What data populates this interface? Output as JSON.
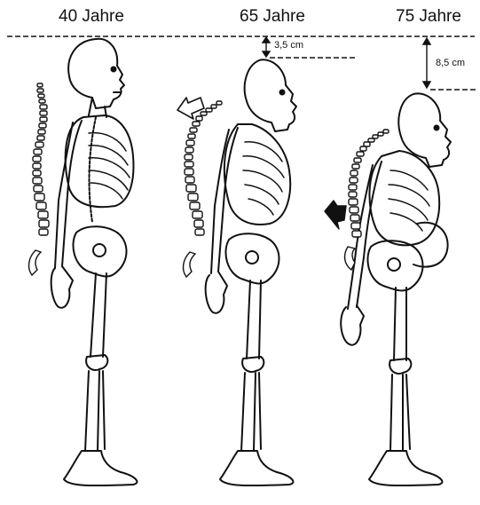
{
  "labels": {
    "age_40": "40 Jahre",
    "age_65": "65 Jahre",
    "age_75": "75 Jahre"
  },
  "measurements": {
    "loss_65": "3,5 cm",
    "loss_75": "8,5 cm"
  },
  "colors": {
    "line": "#111111",
    "background": "#ffffff"
  }
}
